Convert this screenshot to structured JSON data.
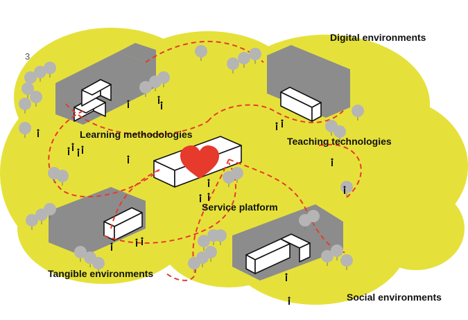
{
  "figure_number": "3",
  "colors": {
    "blob": "#e6e13a",
    "block": "#8c8c8c",
    "block_top": "#a3a3a3",
    "tree": "#b5b5b5",
    "path": "#e53a2c",
    "heart": "#e53a2c"
  },
  "labels": {
    "digital": "Digital environments",
    "learning": "Learning methodologies",
    "teaching": "Teaching technologies",
    "service": "Service platform",
    "tangible": "Tangible environments",
    "social": "Social environments"
  },
  "icons": [
    "heart-icon",
    "tree-icon",
    "person-icon",
    "building-icon"
  ]
}
